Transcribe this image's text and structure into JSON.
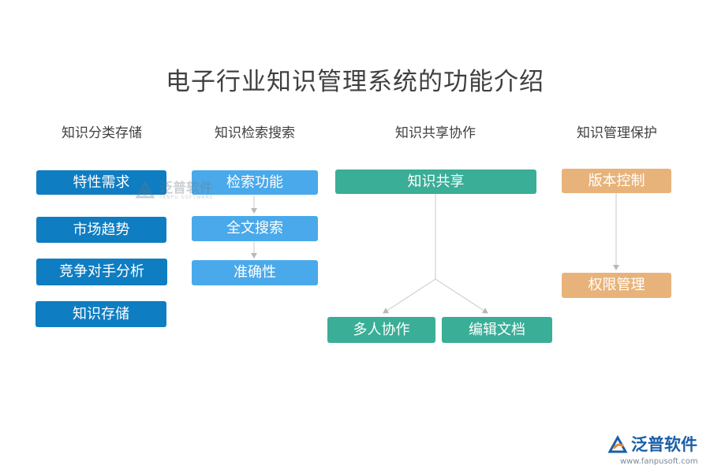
{
  "title": "电子行业知识管理系统的功能介绍",
  "columns": [
    {
      "heading": "知识分类存储",
      "items": [
        "特性需求",
        "市场趋势",
        "竞争对手分析",
        "知识存储"
      ]
    },
    {
      "heading": "知识检索搜索",
      "items": [
        "检索功能",
        "全文搜索",
        "准确性"
      ]
    },
    {
      "heading": "知识共享协作",
      "root": "知识共享",
      "children": [
        "多人协作",
        "编辑文档"
      ]
    },
    {
      "heading": "知识管理保护",
      "items": [
        "版本控制",
        "权限管理"
      ]
    }
  ],
  "colors": {
    "col1": "#0f7dc2",
    "col2": "#4aa9ea",
    "col3": "#3aae97",
    "col4": "#e8b37a",
    "connector": "#c8c8c8"
  },
  "watermark": {
    "brand": "泛普软件",
    "sub": "FANPU SOFTWARE",
    "icon": "fanpu-logo-icon"
  },
  "logo": {
    "brand": "泛普软件",
    "url": "www.fanpusoft.com",
    "icon": "fanpu-logo-icon"
  }
}
